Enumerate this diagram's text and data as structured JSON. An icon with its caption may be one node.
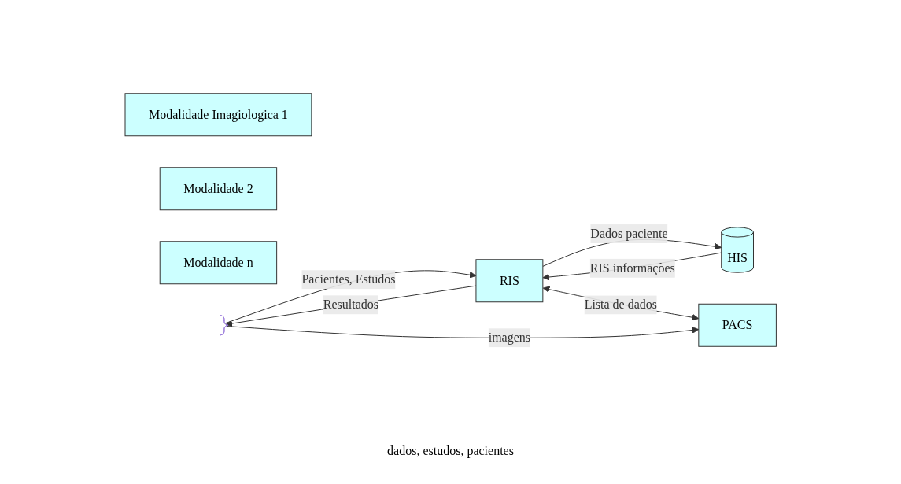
{
  "diagram": {
    "nodes": [
      {
        "text": [
          "Modalidade Imagiologica 1"
        ]
      },
      {
        "text": [
          "Modalidade 2"
        ]
      },
      {
        "text": [
          "Modalidade n"
        ]
      },
      {
        "text": [],
        "shape": "brace"
      },
      {
        "text": [
          "RIS"
        ]
      },
      {
        "text": [
          "HIS"
        ]
      },
      {
        "text": [
          "PACS"
        ]
      }
    ],
    "edges": [
      {
        "from": 3,
        "to": 4,
        "arrow": "to",
        "label": "Pacientes, Estudos"
      },
      {
        "from": 4,
        "to": 3,
        "arrow": "to",
        "label": "Resultados"
      },
      {
        "from": 4,
        "to": 5,
        "arrow": "to",
        "label": "Dados paciente"
      },
      {
        "from": 5,
        "to": 4,
        "arrow": "to",
        "label": "RIS informações"
      },
      {
        "from": 4,
        "to": 6,
        "arrow": "both",
        "label": "Lista de dados"
      },
      {
        "from": 3,
        "to": 6,
        "arrow": "to",
        "label": "imagens"
      }
    ],
    "labels": [
      "dados, estudos, pacientes"
    ]
  }
}
